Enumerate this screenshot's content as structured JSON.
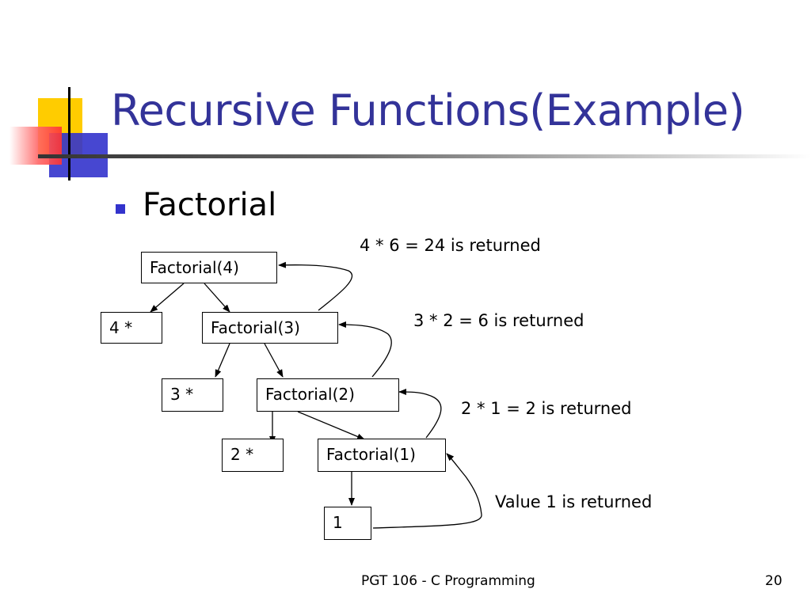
{
  "slide": {
    "title": "Recursive Functions(Example)",
    "bullet": "Factorial",
    "footer": "PGT 106 - C Programming",
    "page_number": "20"
  },
  "diagram": {
    "boxes": {
      "f4": "Factorial(4)",
      "m4": "4 *",
      "f3": "Factorial(3)",
      "m3": "3 *",
      "f2": "Factorial(2)",
      "m2": "2 *",
      "f1": "Factorial(1)",
      "one": "1"
    },
    "annotations": {
      "r4": "4 * 6 = 24 is returned",
      "r3": "3 * 2 = 6 is returned",
      "r2": "2 * 1 = 2 is returned",
      "r1": "Value 1 is returned"
    }
  },
  "colors": {
    "title": "#333399",
    "bullet": "#3333cc",
    "deco_yellow": "#ffcc00",
    "deco_blue": "#3333cc",
    "deco_red": "#ff3333"
  }
}
